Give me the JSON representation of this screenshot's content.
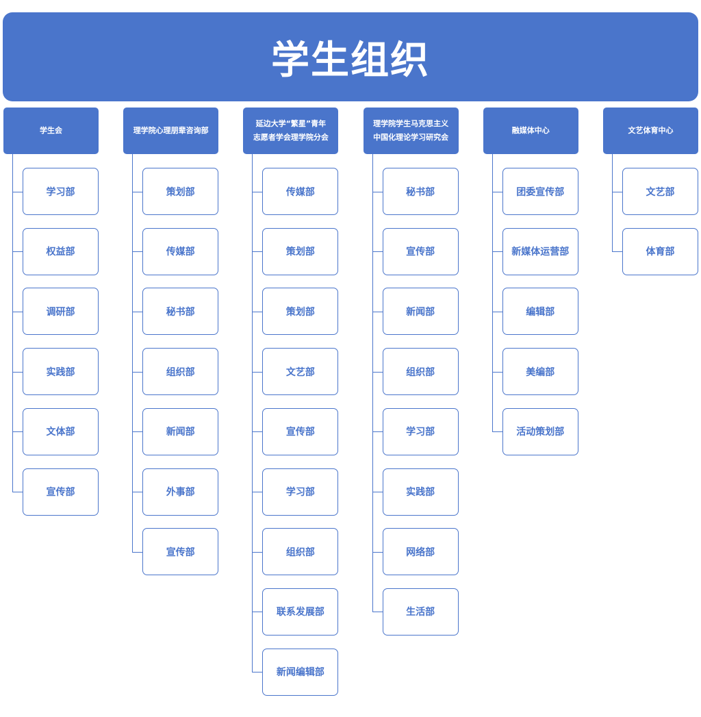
{
  "title": "学生组织",
  "colors": {
    "primary": "#4a75cb",
    "header_text": "#ffffff",
    "dept_text": "#4a75cb",
    "background": "#ffffff"
  },
  "organizations": [
    {
      "name": "学生会",
      "departments": [
        "学习部",
        "权益部",
        "调研部",
        "实践部",
        "文体部",
        "宣传部"
      ]
    },
    {
      "name": "理学院心理朋辈咨询部",
      "departments": [
        "策划部",
        "传媒部",
        "秘书部",
        "组织部",
        "新闻部",
        "外事部",
        "宣传部"
      ]
    },
    {
      "name": "延边大学“繁星”青年\n志愿者学会理学院分会",
      "departments": [
        "传媒部",
        "策划部",
        "策划部",
        "文艺部",
        "宣传部",
        "学习部",
        "组织部",
        "联系发展部",
        "新闻编辑部"
      ]
    },
    {
      "name": "理学院学生马克思主义\n中国化理论学习研究会",
      "departments": [
        "秘书部",
        "宣传部",
        "新闻部",
        "组织部",
        "学习部",
        "实践部",
        "网络部",
        "生活部"
      ]
    },
    {
      "name": "融媒体中心",
      "departments": [
        "团委宣传部",
        "新媒体运营部",
        "编辑部",
        "美编部",
        "活动策划部"
      ]
    },
    {
      "name": "文艺体育中心",
      "departments": [
        "文艺部",
        "体育部"
      ]
    }
  ]
}
